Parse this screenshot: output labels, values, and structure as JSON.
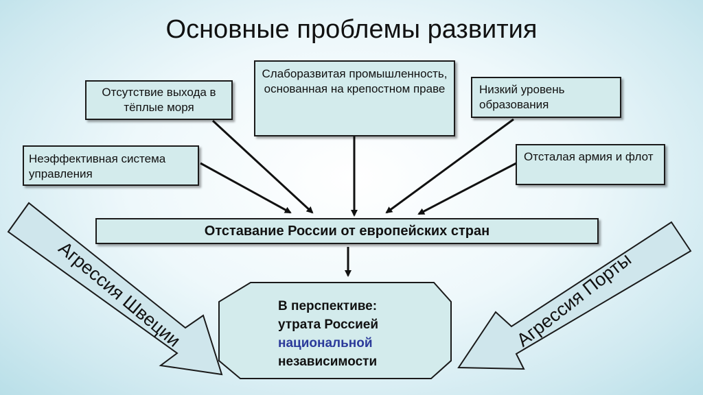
{
  "title": "Основные проблемы развития",
  "causes": {
    "seas": "Отсутствие выхода в тёплые моря",
    "industry": "Слаборазвитая промышленность, основанная на крепостном праве",
    "education": "Низкий уровень образования",
    "governance": "Неэффективная система управления",
    "army": "Отсталая армия и флот"
  },
  "central": "Отставание России от европейских стран",
  "outcome": {
    "line1": "В перспективе:",
    "line2": "утрата Россией",
    "line3": "национальной",
    "line4": "независимости"
  },
  "aggression_left": "Агрессия Швеции",
  "aggression_right": "Агрессия Порты",
  "colors": {
    "box_fill": "#d3ebec",
    "arrow_fill": "#cfe6ec",
    "highlight_text": "#2b3a9a"
  }
}
